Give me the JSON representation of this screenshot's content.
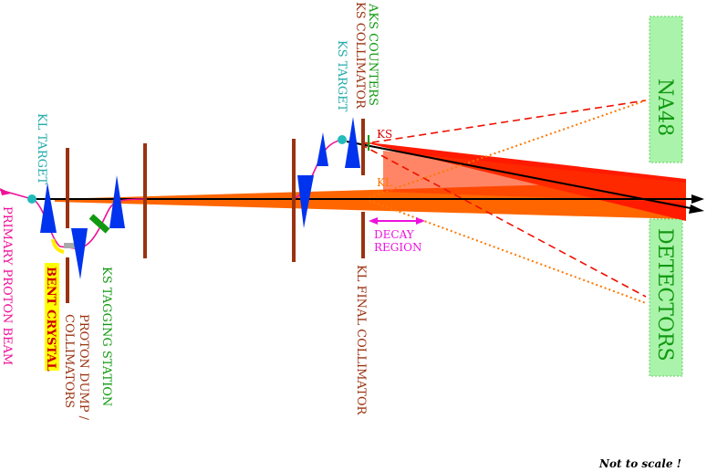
{
  "labels": {
    "kl_target": "KL TARGET",
    "primary_beam": "PRIMARY PROTON BEAM",
    "bent_crystal": "BENT CRYSTAL",
    "proton_dump": "PROTON DUMP /",
    "collimators": "COLLIMATORS",
    "ks_tagging": "KS TAGGING STATION",
    "ks_target": "KS TARGET",
    "aks_counters": "AKS COUNTERS",
    "ks_collimator": "KS COLLIMATOR",
    "kl_final_collimator": "KL FINAL COLLIMATOR",
    "ks": "KS",
    "kl": "KL",
    "decay": "DECAY",
    "region": "REGION",
    "na48": "NA48",
    "detectors": "DETECTORS",
    "not_to_scale": "Not to scale !"
  },
  "colors": {
    "magenta": "#ee1199",
    "cyan": "#22bbbb",
    "blue": "#0033ee",
    "collimator": "#993311",
    "orange": "#ff6600",
    "red": "#ff1100",
    "green_label": "#119911",
    "green_box": "#88ee88",
    "yellow": "#ffff00",
    "ks_text": "#dd0000",
    "kl_text": "#ff7700"
  }
}
